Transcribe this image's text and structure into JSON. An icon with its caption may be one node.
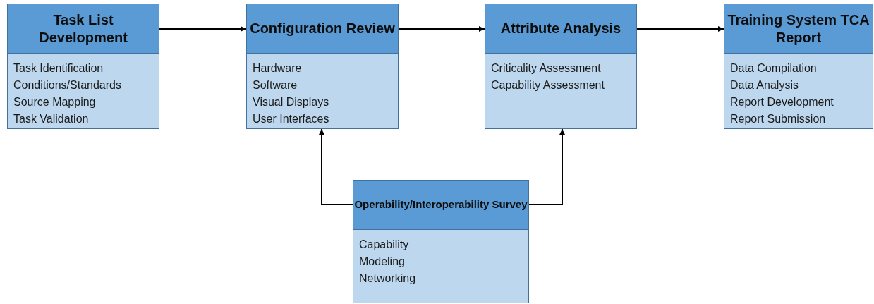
{
  "diagram": {
    "nodes": [
      {
        "text": [
          "Task List Development",
          "Task Identification",
          "Conditions/Standards",
          "Source Mapping",
          "Task Validation"
        ]
      },
      {
        "text": [
          "Configuration Review",
          "Hardware",
          "Software",
          "Visual Displays",
          "User Interfaces"
        ]
      },
      {
        "text": [
          "Attribute Analysis",
          "Criticality Assessment",
          "Capability Assessment"
        ]
      },
      {
        "text": [
          "Training System TCA Report",
          "Data Compilation",
          "Data Analysis",
          "Report Development",
          "Report Submission"
        ]
      },
      {
        "text": [
          "Operability/Interoperability Survey",
          "Capability",
          "Modeling",
          "Networking"
        ]
      }
    ],
    "edges": [
      {
        "from": 0,
        "to": 1,
        "arrow": "to"
      },
      {
        "from": 1,
        "to": 2,
        "arrow": "to"
      },
      {
        "from": 2,
        "to": 3,
        "arrow": "to"
      },
      {
        "from": 4,
        "to": 1,
        "arrow": "to"
      },
      {
        "from": 4,
        "to": 2,
        "arrow": "to"
      }
    ]
  }
}
